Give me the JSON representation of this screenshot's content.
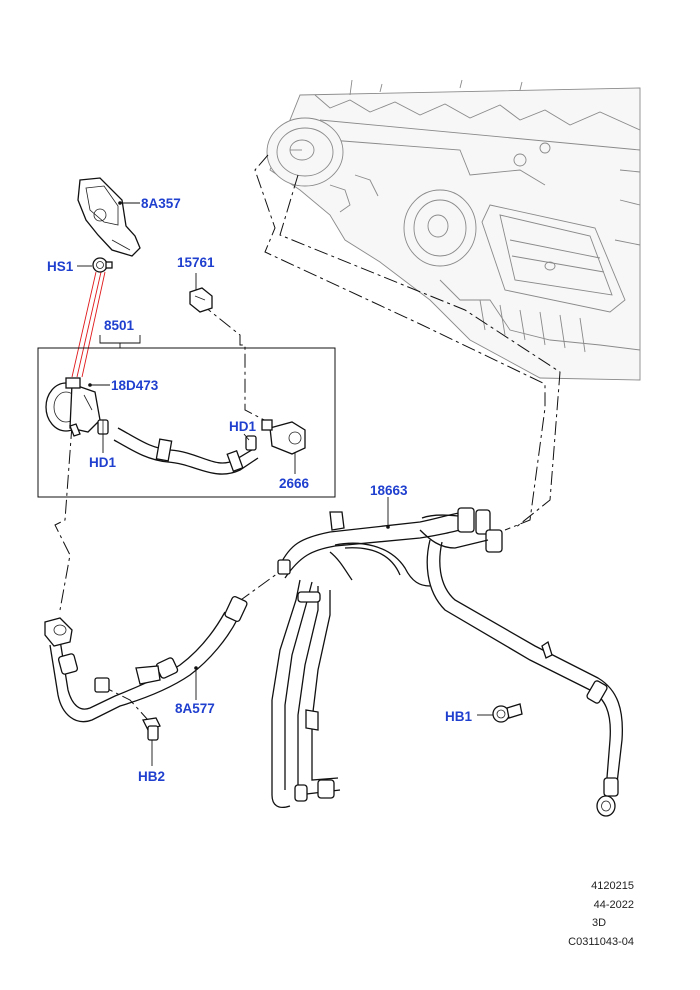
{
  "callouts": {
    "c_8A357": "8A357",
    "c_HS1": "HS1",
    "c_15761": "15761",
    "c_8501": "8501",
    "c_18D473": "18D473",
    "c_HD1_left": "HD1",
    "c_HD1_right": "HD1",
    "c_2666": "2666",
    "c_18663": "18663",
    "c_8A577": "8A577",
    "c_HB1": "HB1",
    "c_HB2": "HB2"
  },
  "footer": {
    "line1": "4120215",
    "line2": "44-2022",
    "line3": "3D",
    "line4": "C0311043-04"
  },
  "colors": {
    "callout": "#1f3fcf",
    "stroke": "#111111",
    "ghost": "#8a8a8a",
    "accent_red": "#e0191c"
  }
}
